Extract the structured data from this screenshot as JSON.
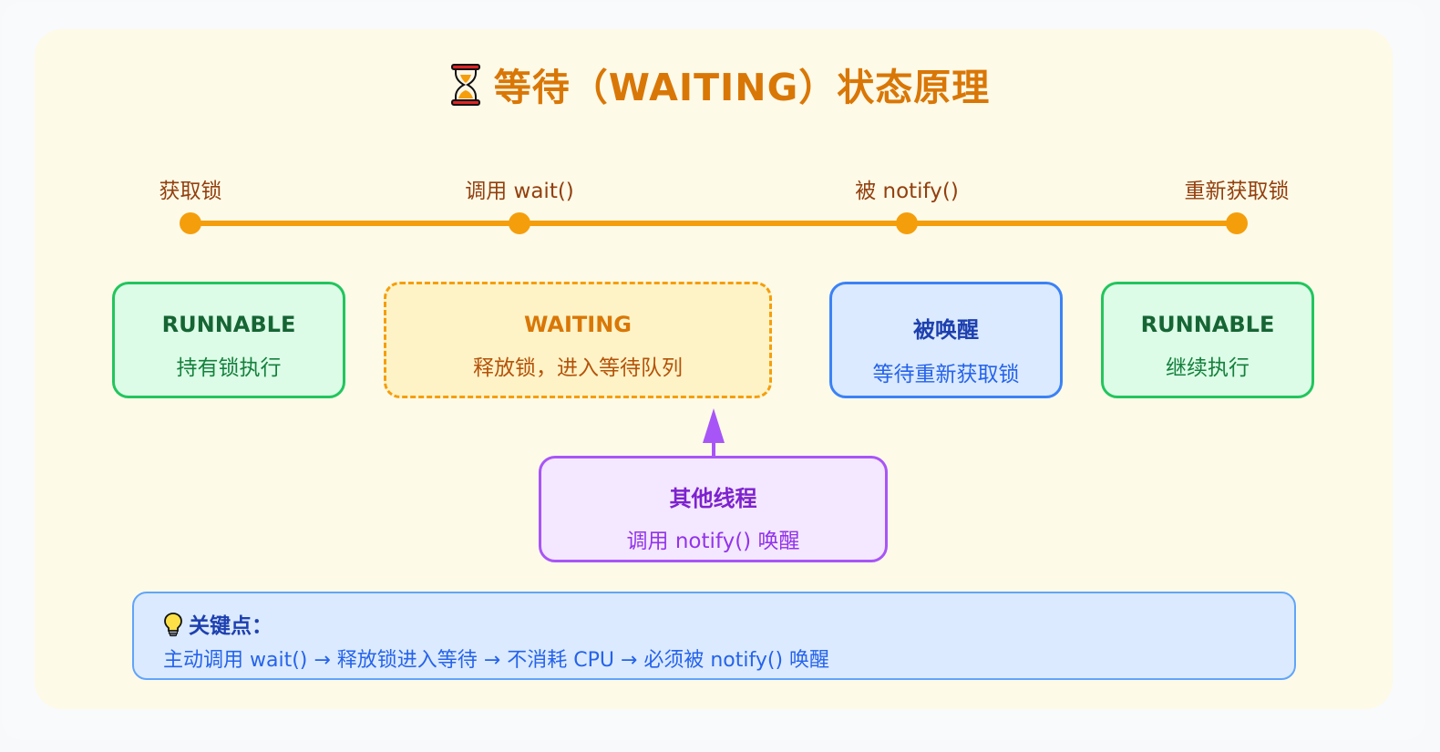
{
  "title": "等待（WAITING）状态原理",
  "title_icon": "hourglass-icon",
  "timeline": {
    "stages": [
      {
        "label": "获取锁"
      },
      {
        "label": "调用 wait()"
      },
      {
        "label": "被 notify()"
      },
      {
        "label": "重新获取锁"
      }
    ]
  },
  "states": [
    {
      "title": "RUNNABLE",
      "subtitle": "持有锁执行"
    },
    {
      "title": "WAITING",
      "subtitle": "释放锁，进入等待队列"
    },
    {
      "title": "被唤醒",
      "subtitle": "等待重新获取锁"
    },
    {
      "title": "RUNNABLE",
      "subtitle": "继续执行"
    }
  ],
  "notifier": {
    "title": "其他线程",
    "subtitle": "调用 notify() 唤醒"
  },
  "keypoint": {
    "icon": "lightbulb-icon",
    "title": "关键点：",
    "text": "主动调用 wait() → 释放锁进入等待 → 不消耗 CPU → 必须被 notify() 唤醒"
  },
  "colors": {
    "accent": "#f59e0b",
    "title": "#d97706",
    "runnable": "#22c55e",
    "awakened": "#3b82f6",
    "notifier": "#a855f7"
  }
}
